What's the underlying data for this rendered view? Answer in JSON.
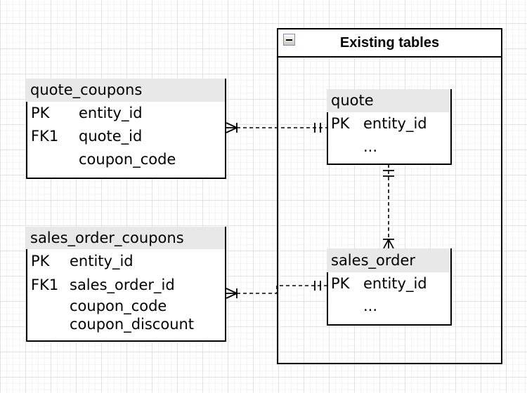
{
  "container": {
    "title": "Existing tables"
  },
  "icons": {
    "collapse": "minus-icon"
  },
  "tables": {
    "quote_coupons": {
      "title": "quote_coupons",
      "rows": [
        {
          "key": "PK",
          "name": "entity_id"
        },
        {
          "key": "FK1",
          "name": "quote_id"
        },
        {
          "key": "",
          "name": "coupon_code"
        }
      ]
    },
    "sales_order_coupons": {
      "title": "sales_order_coupons",
      "rows": [
        {
          "key": "PK",
          "name": "entity_id"
        },
        {
          "key": "FK1",
          "name": "sales_order_id"
        },
        {
          "key": "",
          "name": "coupon_code"
        },
        {
          "key": "",
          "name": "coupon_discount"
        }
      ]
    },
    "quote": {
      "title": "quote",
      "rows": [
        {
          "key": "PK",
          "name": "entity_id"
        },
        {
          "key": "",
          "name": "..."
        }
      ]
    },
    "sales_order": {
      "title": "sales_order",
      "rows": [
        {
          "key": "PK",
          "name": "entity_id"
        },
        {
          "key": "",
          "name": "..."
        }
      ]
    }
  },
  "relationships": [
    {
      "from": "quote_coupons",
      "to": "quote",
      "from_end": "one-or-many",
      "to_end": "exactly-one",
      "line": "dashed"
    },
    {
      "from": "sales_order_coupons",
      "to": "sales_order",
      "from_end": "one-or-many",
      "to_end": "exactly-one",
      "line": "dashed"
    },
    {
      "from": "quote",
      "to": "sales_order",
      "from_end": "exactly-one",
      "to_end": "one-or-many",
      "line": "dashed"
    }
  ],
  "colors": {
    "canvas_bg": "#ffffff",
    "grid_minor": "#f4f4f4",
    "grid_major": "#e2e2e2",
    "table_header_bg": "#e8e8e8",
    "table_border": "#000000",
    "frame_title_bg": "#ffffff"
  }
}
